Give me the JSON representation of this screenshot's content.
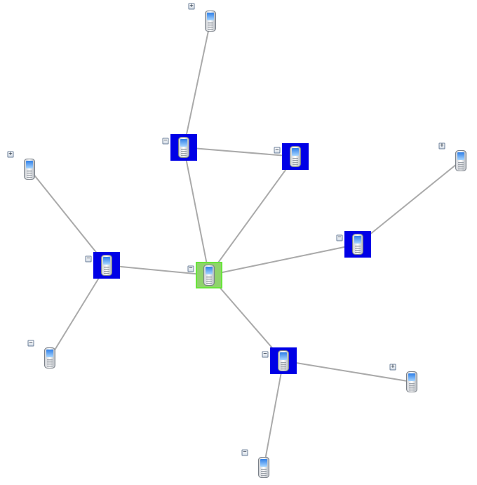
{
  "graph": {
    "colors": {
      "edge": "#aaaaaa",
      "expanded_fill": "#0000e6",
      "selected_fill": "#8fd36b",
      "selected_border": "#68e43a"
    },
    "nodes": [
      {
        "id": "n1",
        "kind": "expanded",
        "toggle": "−",
        "icon": "mobile-phone-icon"
      },
      {
        "id": "n2",
        "kind": "expanded",
        "toggle": "−",
        "icon": "mobile-phone-icon"
      },
      {
        "id": "n3",
        "kind": "plain",
        "toggle": "+",
        "icon": "mobile-phone-icon"
      },
      {
        "id": "n4",
        "kind": "plain",
        "toggle": "+",
        "icon": "mobile-phone-icon"
      },
      {
        "id": "n5",
        "kind": "plain",
        "toggle": "+",
        "icon": "mobile-phone-icon"
      },
      {
        "id": "n6",
        "kind": "expanded",
        "toggle": "−",
        "icon": "mobile-phone-icon"
      },
      {
        "id": "n7",
        "kind": "expanded",
        "toggle": "−",
        "icon": "mobile-phone-icon"
      },
      {
        "id": "n8",
        "kind": "selected",
        "toggle": "−",
        "icon": "mobile-phone-icon"
      },
      {
        "id": "n9",
        "kind": "plain",
        "toggle": "−",
        "icon": "mobile-phone-icon"
      },
      {
        "id": "n10",
        "kind": "expanded",
        "toggle": "−",
        "icon": "mobile-phone-icon"
      },
      {
        "id": "n11",
        "kind": "plain",
        "toggle": "+",
        "icon": "mobile-phone-icon"
      },
      {
        "id": "n12",
        "kind": "plain",
        "toggle": "−",
        "icon": "mobile-phone-icon"
      }
    ],
    "edges": [
      [
        "n1",
        "n3"
      ],
      [
        "n1",
        "n2"
      ],
      [
        "n1",
        "n8"
      ],
      [
        "n2",
        "n8"
      ],
      [
        "n4",
        "n6"
      ],
      [
        "n6",
        "n8"
      ],
      [
        "n6",
        "n9"
      ],
      [
        "n5",
        "n7"
      ],
      [
        "n7",
        "n8"
      ],
      [
        "n8",
        "n10"
      ],
      [
        "n10",
        "n11"
      ],
      [
        "n10",
        "n12"
      ]
    ]
  }
}
